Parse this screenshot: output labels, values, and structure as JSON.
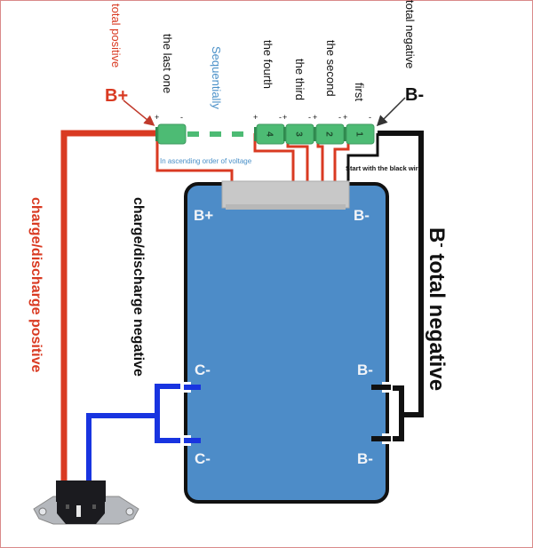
{
  "colors": {
    "positive_wire": "#d93a22",
    "negative_wire": "#000000",
    "charge_negative_wire": "#1834e0",
    "board_fill": "#4d8cc8",
    "board_edge": "#111111",
    "connector_fill": "#c8c8c8",
    "cell_fill": "#4dbb74",
    "cell_cap": "#2f8a4e",
    "label_red": "#d93a22",
    "label_blue": "#4a90c8",
    "label_black": "#111111",
    "frame": "#d98a8a"
  },
  "labels": {
    "total_positive": "total positive",
    "b_plus_top": "B+",
    "the_last_one": "the last one",
    "sequentially": "Sequentially",
    "the_fourth": "the fourth",
    "the_third": "the third",
    "the_second": "the second",
    "first": "first",
    "total_negative": "total negative",
    "b_minus_top": "B-",
    "ascending_note": "In ascending order of voltage",
    "black_wire_note": "Start with the black wire",
    "charge_discharge_positive": "charge/discharge positive",
    "charge_discharge_negative": "charge/discharge negative",
    "b_minus_total_negative": "B- total negative",
    "b_minus_total_negative_prefix": "B",
    "b_minus_total_negative_sup": "-",
    "b_minus_total_negative_rest": " total negative"
  },
  "board": {
    "pads": {
      "top_left": "B+",
      "top_right": "B-",
      "left_upper": "C-",
      "left_lower": "C-",
      "right_upper": "B-",
      "right_lower": "B-"
    }
  },
  "cells": [
    {
      "name": "last",
      "number": ""
    },
    {
      "name": "fourth",
      "number": "4"
    },
    {
      "name": "third",
      "number": "3"
    },
    {
      "name": "second",
      "number": "2"
    },
    {
      "name": "first",
      "number": "1"
    }
  ],
  "terminal_marks": {
    "plus": "+",
    "minus": "-"
  },
  "icons": {
    "power_inlet": "iec-power-inlet-icon",
    "arrow": "pointer-arrow-icon"
  }
}
